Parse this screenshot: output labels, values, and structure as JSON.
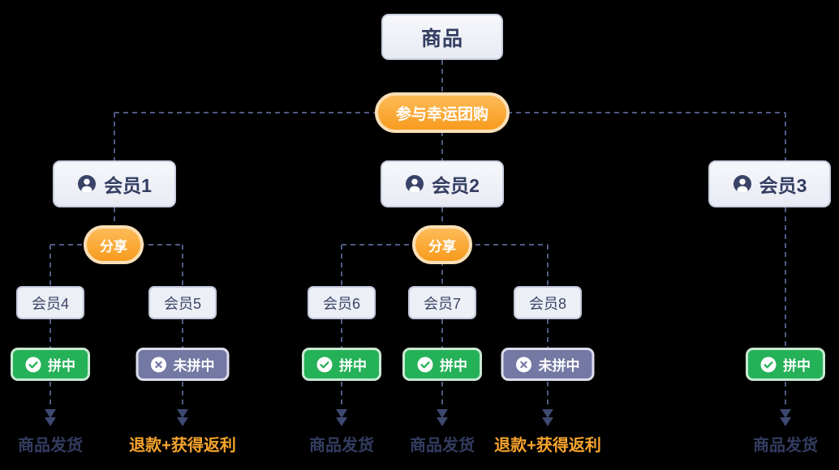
{
  "diagram_title": "lucky-groupbuy-flow",
  "palette": {
    "background": "#000000",
    "connector_line": "#4f5b84",
    "navy_text": "#333d61",
    "box_fill": "#edeff6",
    "box_border": "#c9cfe0",
    "orange_pill_top": "#fdbb57",
    "orange_pill_bottom": "#f79b1e",
    "orange_pill_ring": "#fbdfb6",
    "orange_text": "#f7a52d",
    "win_green": "#25b158",
    "win_green_ring": "#c8ead3",
    "lose_purple": "#7379a3",
    "lose_purple_ring": "#dcdeee"
  },
  "nodes": {
    "product": "商品",
    "join_action": "参与幸运团购",
    "share_action_1": "分享",
    "share_action_2": "分享",
    "member1": "会员1",
    "member2": "会员2",
    "member3": "会员3",
    "member4": "会员4",
    "member5": "会员5",
    "member6": "会员6",
    "member7": "会员7",
    "member8": "会员8"
  },
  "statuses": {
    "member3": "拼中",
    "member4": "拼中",
    "member5": "未拼中",
    "member6": "拼中",
    "member7": "拼中",
    "member8": "未拼中"
  },
  "outcomes": {
    "member3": "商品发货",
    "member4": "商品发货",
    "member5": "退款+获得返利",
    "member6": "商品发货",
    "member7": "商品发货",
    "member8": "退款+获得返利"
  }
}
